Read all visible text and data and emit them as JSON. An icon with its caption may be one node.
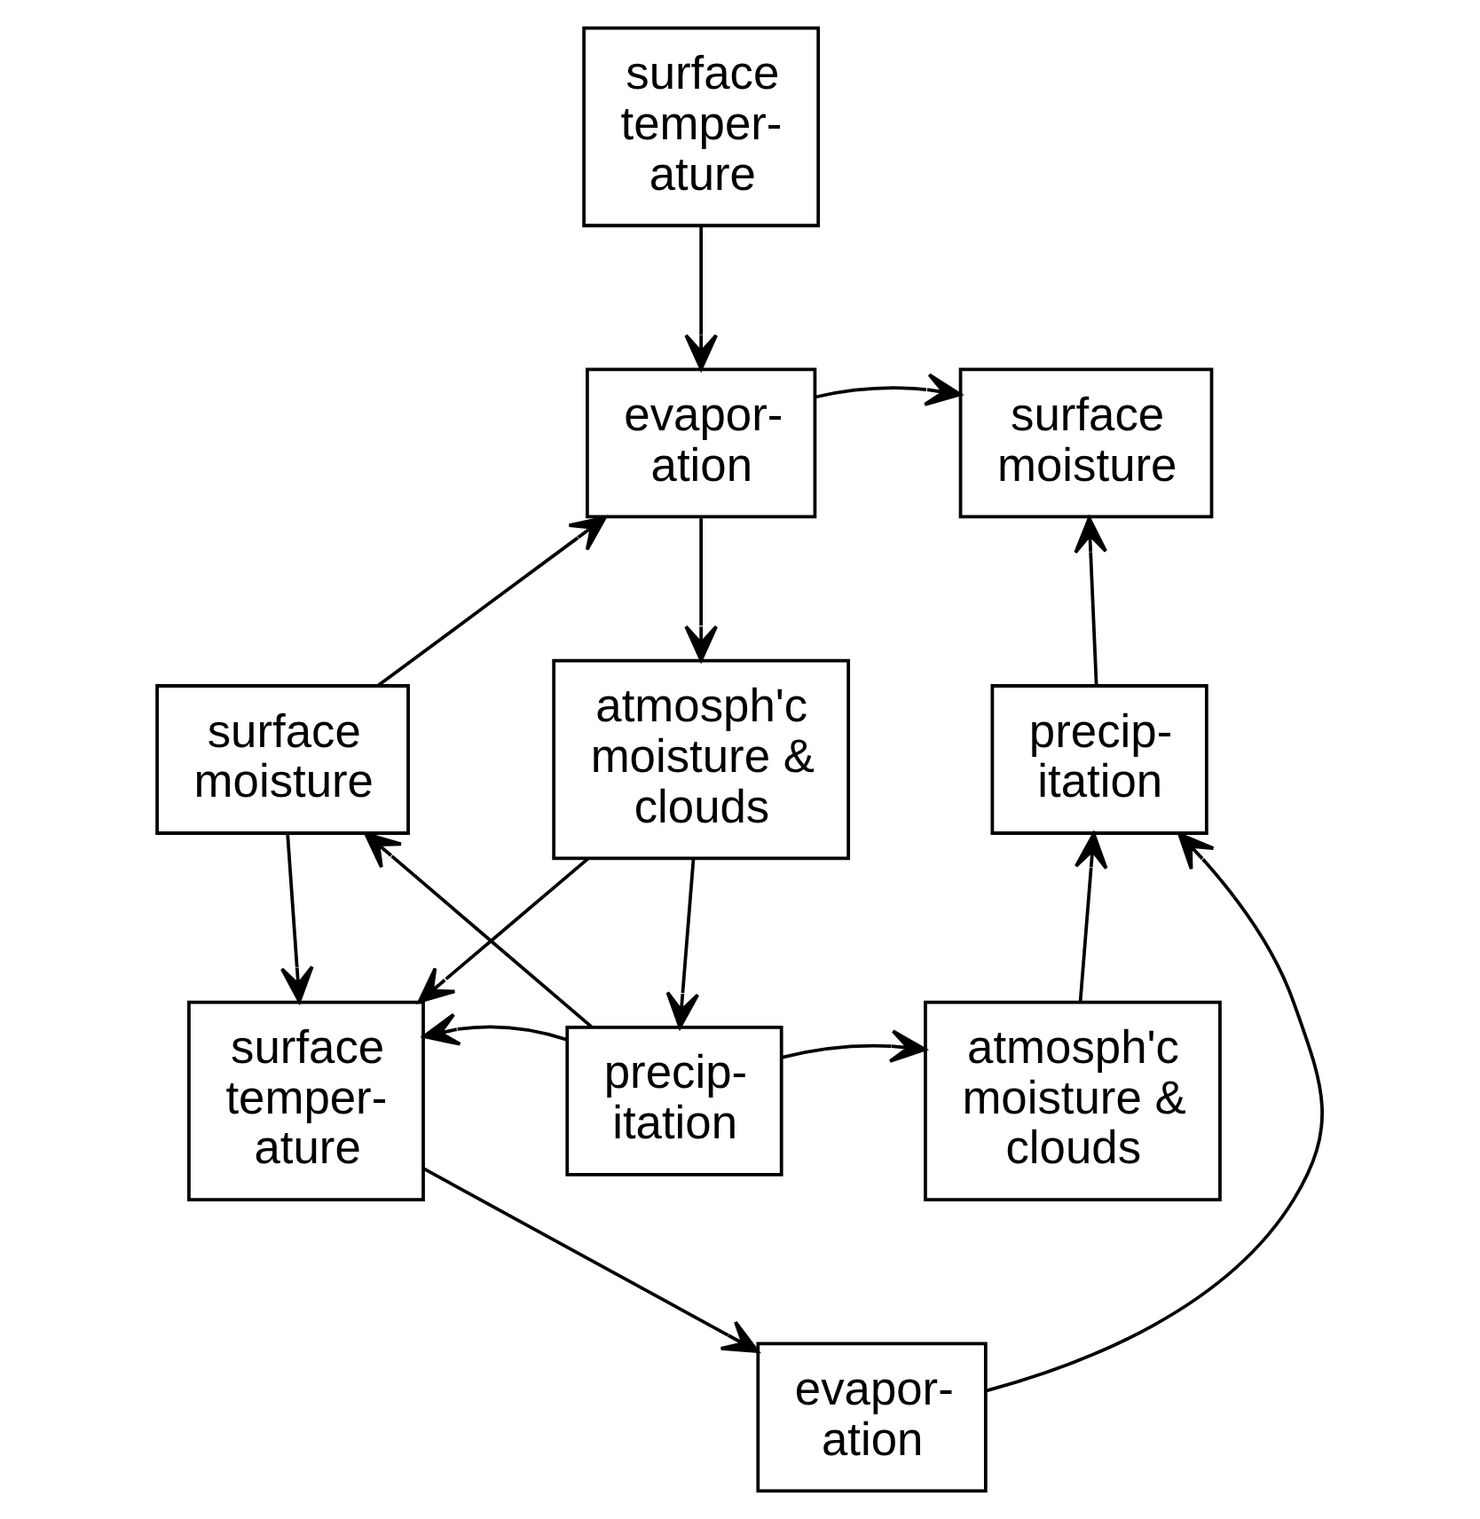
{
  "diagram": {
    "nodes": [
      {
        "text": [
          "surface temper- ature"
        ]
      },
      {
        "text": [
          "evapor- ation"
        ]
      },
      {
        "text": [
          "surface moisture"
        ]
      },
      {
        "text": [
          "surface moisture"
        ]
      },
      {
        "text": [
          "atmosph'c moisture & clouds"
        ]
      },
      {
        "text": [
          "precip- itation"
        ]
      },
      {
        "text": [
          "surface temper- ature"
        ]
      },
      {
        "text": [
          "precip- itation"
        ]
      },
      {
        "text": [
          "atmosph'c moisture & clouds"
        ]
      },
      {
        "text": [
          "evapor- ation"
        ]
      }
    ],
    "edges": [
      {
        "from": 0,
        "to": 1,
        "arrow": "to"
      },
      {
        "from": 1,
        "to": 2,
        "arrow": "to"
      },
      {
        "from": 3,
        "to": 1,
        "arrow": "to"
      },
      {
        "from": 1,
        "to": 4,
        "arrow": "to"
      },
      {
        "from": 5,
        "to": 2,
        "arrow": "to"
      },
      {
        "from": 3,
        "to": 6,
        "arrow": "to"
      },
      {
        "from": 4,
        "to": 6,
        "arrow": "to"
      },
      {
        "from": 7,
        "to": 3,
        "arrow": "to"
      },
      {
        "from": 4,
        "to": 7,
        "arrow": "to"
      },
      {
        "from": 8,
        "to": 5,
        "arrow": "to"
      },
      {
        "from": 9,
        "to": 5,
        "arrow": "to"
      },
      {
        "from": 7,
        "to": 6,
        "arrow": "to"
      },
      {
        "from": 7,
        "to": 8,
        "arrow": "to"
      },
      {
        "from": 6,
        "to": 9,
        "arrow": "to"
      }
    ]
  }
}
